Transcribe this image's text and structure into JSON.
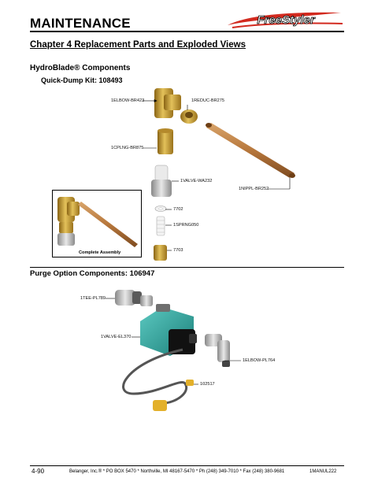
{
  "header": {
    "title": "MAINTENANCE",
    "logo_text": "FreeStyler"
  },
  "chapter_title": "Chapter 4 Replacement Parts and Exploded Views",
  "section_title": "HydroBlade® Components",
  "quick_dump": {
    "title": "Quick-Dump Kit: 108493",
    "parts": [
      "1ELBOW-BR423",
      "1REDUC-BR275",
      "1CPLNG-BR875",
      "1VALVE-WA232",
      "1NIPPL-BR252",
      "7702",
      "1SPRNG050",
      "7703"
    ],
    "assembly_label": "Complete Assembly"
  },
  "purge": {
    "title": "Purge Option Components: 106947",
    "parts": [
      "1TEE-PL789",
      "1VALVE-EL370",
      "1ELBOW-PL764",
      "102517"
    ]
  },
  "footer": {
    "page": "4-90",
    "address": "Belanger, Inc.® * PO BOX 5470 * Northville, MI 48167-5470 * Ph (248) 349-7010 * Fax (248) 380-9681",
    "manual": "1MANUL222"
  },
  "colors": {
    "brass": "#c9a13a",
    "teal": "#2aa7a0",
    "logo_red": "#d22a1f"
  }
}
